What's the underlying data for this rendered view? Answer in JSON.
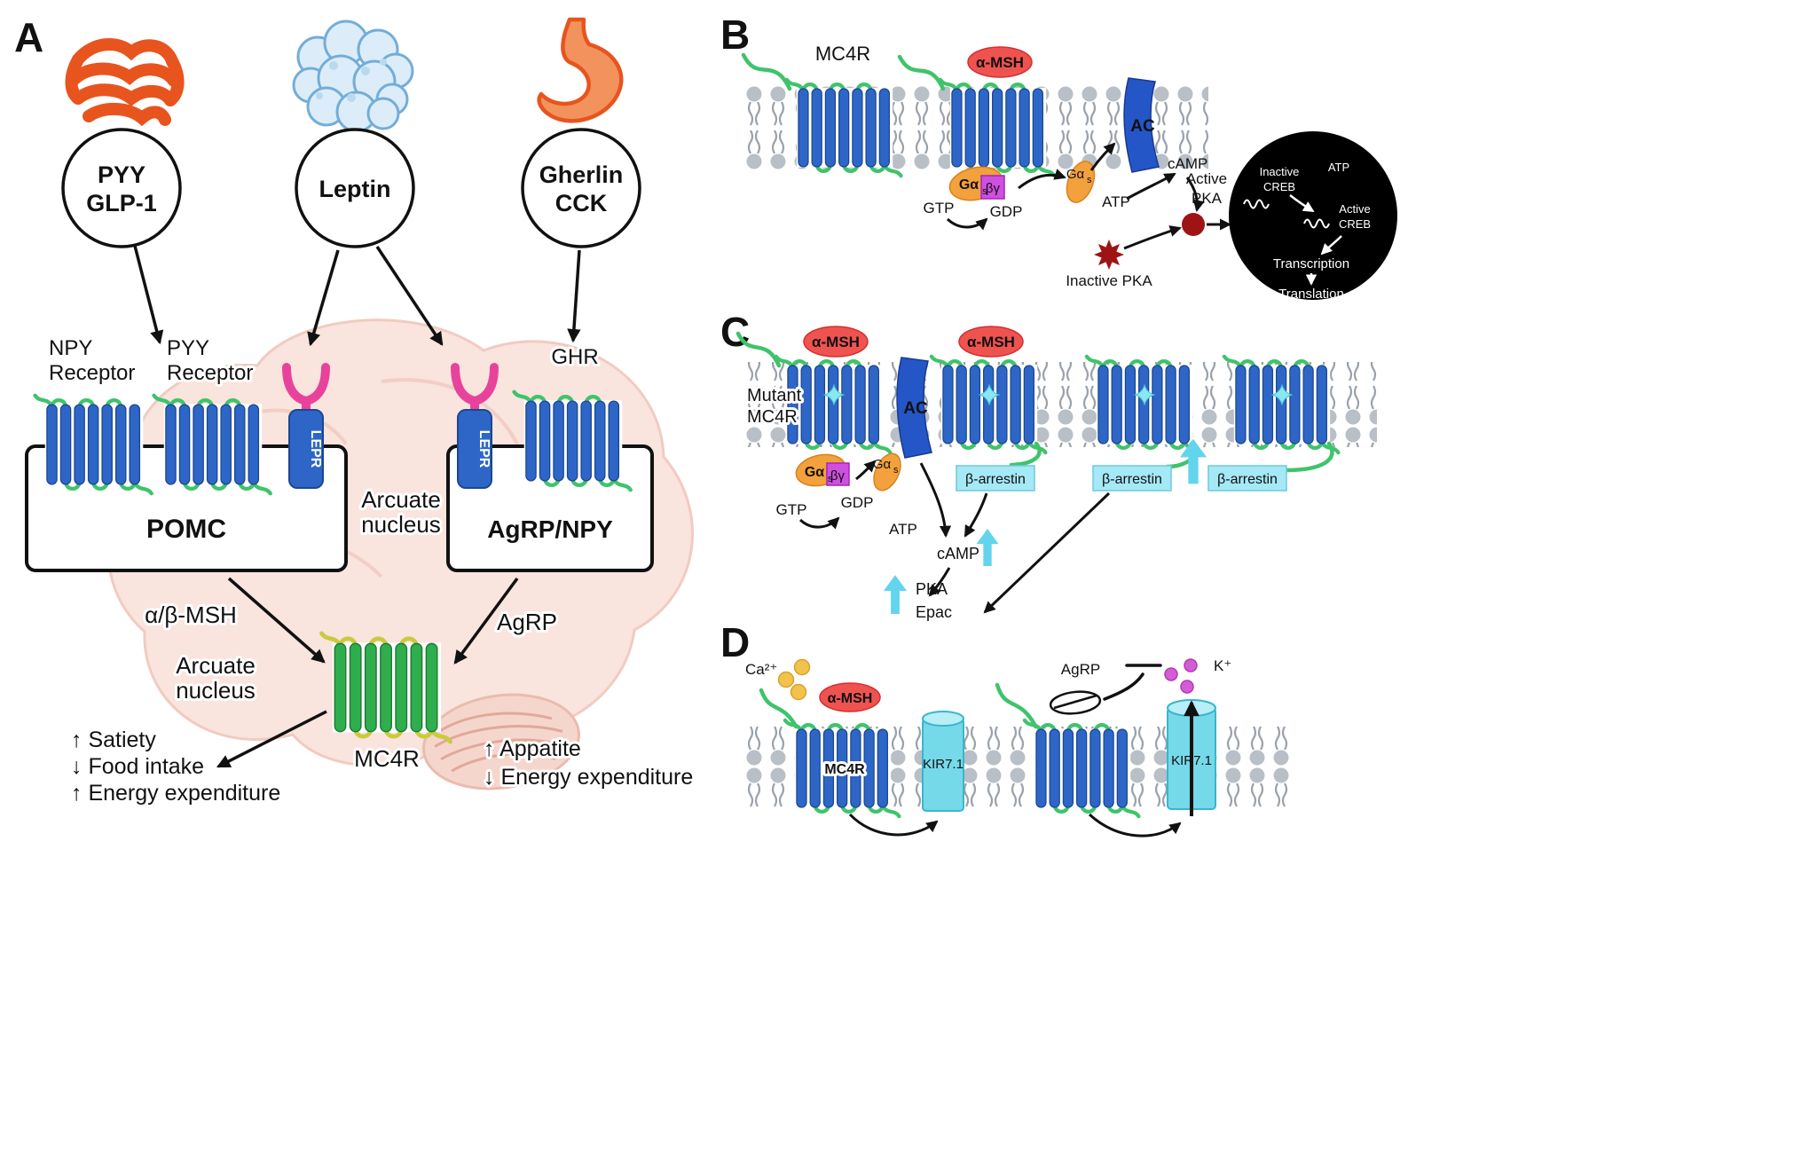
{
  "colors": {
    "receptor_blue": "#2e66c8",
    "loop_green": "#3fc36b",
    "receptor_green": "#2fae4e",
    "loop_yellow": "#c9cb3c",
    "lepr_pink": "#e8439c",
    "ligand_red": "#ef5350",
    "g_protein_orange": "#f2a13c",
    "beta_gamma_magenta": "#ce4fe0",
    "cyan_accent": "#62d4ee",
    "beta_arrestin_cyan": "#a5e9f7",
    "kir_cyan": "#76d9e9",
    "pka_dark_red": "#9e1414",
    "organ_orange": "#e8541e",
    "brain_pink": "#f9e4de",
    "potassium_magenta": "#d65cd6",
    "calcium_yellow": "#f2c14e"
  },
  "panelA": {
    "label": "A",
    "sources": {
      "gut": [
        "PYY",
        "GLP-1"
      ],
      "adipose": [
        "Leptin"
      ],
      "stomach": [
        "Gherlin",
        "CCK"
      ]
    },
    "receptors": {
      "npy": [
        "NPY",
        "Receptor"
      ],
      "pyy": [
        "PYY",
        "Receptor"
      ],
      "lepr": "LEPR",
      "ghr": "GHR",
      "mc4r": "MC4R"
    },
    "neurons": {
      "pomc": "POMC",
      "agrp": "AgRP/NPY"
    },
    "arcuate": [
      "Arcuate",
      "nucleus"
    ],
    "mediators": {
      "msh": "α/β-MSH",
      "agrp": "AgRP"
    },
    "outcomes_left": [
      "↑ Satiety",
      "↓ Food intake",
      "↑ Energy expenditure"
    ],
    "outcomes_right": [
      "↑ Appatite",
      "↓ Energy expenditure"
    ]
  },
  "panelB": {
    "label": "B",
    "mc4r": "MC4R",
    "amsh": "α-MSH",
    "g_alpha": "Gα",
    "g_alpha_sub": "s",
    "beta_gamma": "βγ",
    "gtp": "GTP",
    "gdp": "GDP",
    "ac": "AC",
    "atp": "ATP",
    "camp": "cAMP",
    "active_pka": [
      "Active",
      "PKA"
    ],
    "inactive_pka": "Inactive PKA",
    "nucleus": {
      "inactive_creb": [
        "Inactive",
        "CREB"
      ],
      "atp": "ATP",
      "active_creb": [
        "Active",
        "CREB"
      ],
      "transcription": "Transcription",
      "translation": "Translation"
    }
  },
  "panelC": {
    "label": "C",
    "mutant": [
      "Mutant",
      "MC4R"
    ],
    "amsh": "α-MSH",
    "ac": "AC",
    "g_alpha": "Gα",
    "g_alpha_sub": "s",
    "beta_gamma": "βγ",
    "gtp": "GTP",
    "gdp": "GDP",
    "atp": "ATP",
    "camp": "cAMP",
    "beta_arrestin": "β-arrestin",
    "pka": "PKA",
    "epac": "Epac"
  },
  "panelD": {
    "label": "D",
    "ca": "Ca²⁺",
    "amsh": "α-MSH",
    "mc4r": "MC4R",
    "kir": "KIR7.1",
    "agrp": "AgRP",
    "k": "K⁺"
  }
}
